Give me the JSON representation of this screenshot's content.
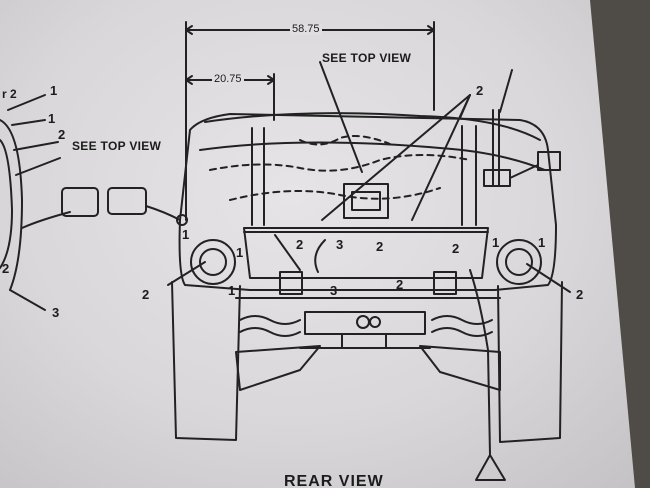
{
  "diagram": {
    "dimensions": {
      "overall_width": "58.75",
      "partial_width": "20.75"
    },
    "callouts": {
      "see_top_view_top": "SEE TOP VIEW",
      "see_top_view_left": "SEE TOP VIEW"
    },
    "caption": "REAR VIEW",
    "labels": {
      "l_top_1": "1",
      "l_top_2": "2",
      "l_mid_1": "1",
      "l_mid_2": "2",
      "l_left_3": "3",
      "top_right_2": "2",
      "panel_2a": "2",
      "panel_3a": "3",
      "panel_2b": "2",
      "panel_2c": "2",
      "lower_3": "3",
      "lower_2": "2",
      "left_lamp_1a": "1",
      "left_lamp_1b": "1",
      "left_lamp_1c": "1",
      "left_lamp_2": "2",
      "right_lamp_1a": "1",
      "right_lamp_1b": "1",
      "right_lamp_2": "2"
    },
    "left_partial": {
      "tag_r2": "r 2"
    }
  },
  "colors": {
    "paper": "#e2e0e3",
    "ink": "#1f1f1f",
    "shadow": "#4f4b46"
  }
}
